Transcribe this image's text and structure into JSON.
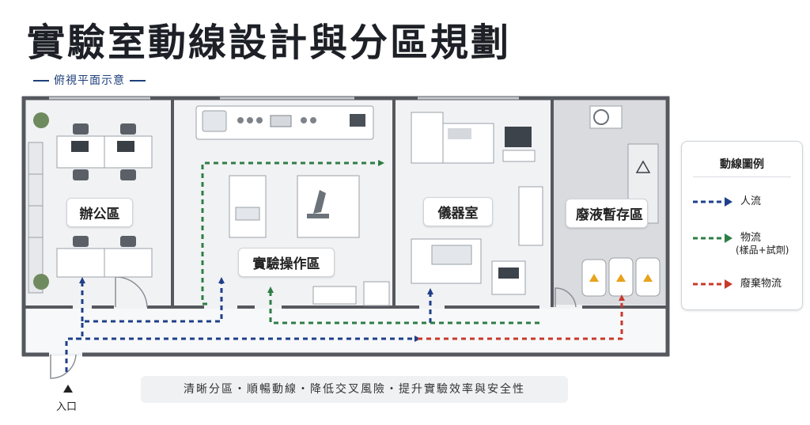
{
  "title": "實驗室動線設計與分區規劃",
  "subtitle": "俯視平面示意",
  "rooms": {
    "office": "辦公區",
    "lab": "實驗操作區",
    "instrument": "儀器室",
    "waste": "廢液暫存區"
  },
  "legend": {
    "title": "動線圖例",
    "items": [
      {
        "label": "人流",
        "sublabel": "",
        "color": "#1f3f8a"
      },
      {
        "label": "物流",
        "sublabel": "(樣品+試劑)",
        "color": "#2e7d45"
      },
      {
        "label": "廢棄物流",
        "sublabel": "",
        "color": "#c8392b"
      }
    ]
  },
  "entrance": "入口",
  "caption": "清晰分區・順暢動線・降低交叉風險・提升實驗效率與安全性",
  "colors": {
    "people_flow": "#1f3f8a",
    "material_flow": "#2e7d45",
    "waste_flow": "#c8392b",
    "wall": "#55595f",
    "floor": "#f1f2f4",
    "waste_floor": "#d9dbde"
  }
}
